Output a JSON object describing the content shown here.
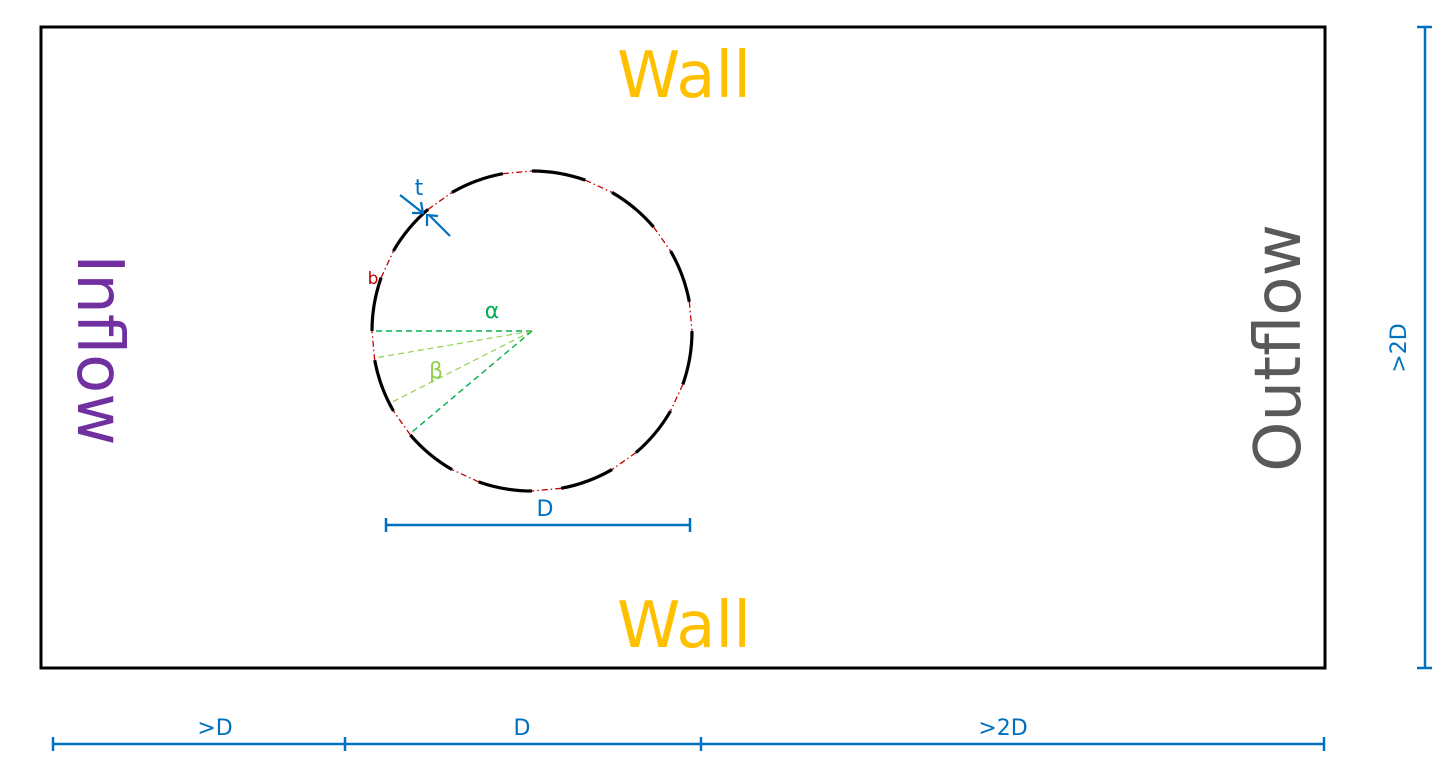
{
  "labels": {
    "wall_top": "Wall",
    "wall_bottom": "Wall",
    "inflow": "Inflow",
    "outflow": "Outflow",
    "diameter": "D",
    "thickness": "t",
    "gap": "b",
    "alpha": "α",
    "beta": "β",
    "height": ">2D",
    "bottom_dims": [
      ">D",
      "D",
      ">2D"
    ]
  },
  "colors": {
    "wall": "#FFC000",
    "inflow": "#7030A0",
    "outflow": "#595959",
    "dimension": "#0070C0",
    "gap_line": "#C00000",
    "alpha": "#00B050",
    "beta": "#92D050",
    "outline": "#000000"
  },
  "structure": {
    "solid_segments": 12,
    "alpha_degrees": 30,
    "beta_fraction_of_alpha": 0.35
  }
}
